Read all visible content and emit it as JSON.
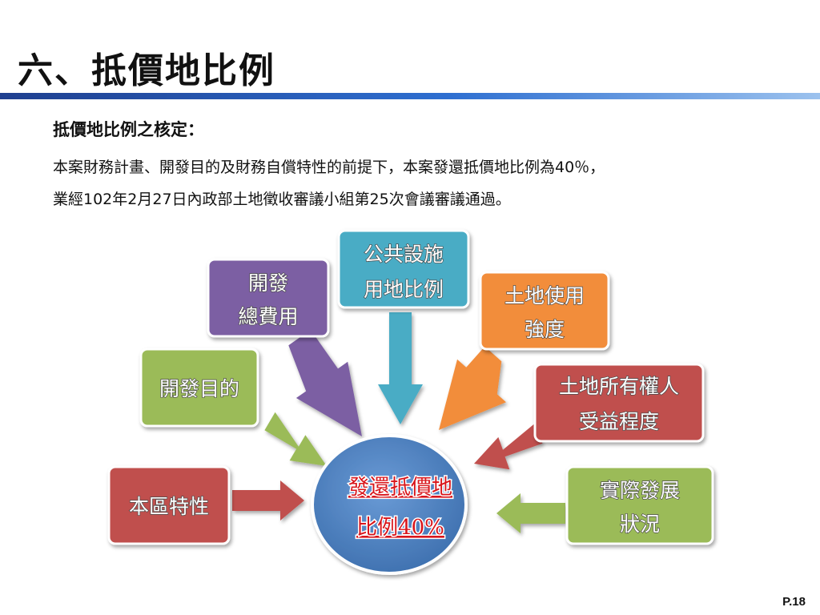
{
  "slide": {
    "title": "六、抵價地比例",
    "subtitle": "抵價地比例之核定：",
    "body_line1": "本案財務計畫、開發目的及財務自償特性的前提下，本案發還抵價地比例為40％，",
    "body_line2": "業經102年2月27日內政部土地徵收審議小組第25次會議審議通過。",
    "page_number": "P.18"
  },
  "diagram": {
    "center": {
      "line1": "發還抵價地",
      "line2": "比例40%",
      "color": "#4a80bf",
      "text_color": "#d8151b"
    },
    "nodes": [
      {
        "id": "kaifa-zongfeiyong",
        "lines": [
          "開發",
          "總費用"
        ],
        "color": "#7b5fa3"
      },
      {
        "id": "gonggong-sheshi",
        "lines": [
          "公共設施",
          "用地比例"
        ],
        "color": "#4aacc5"
      },
      {
        "id": "tudi-shiyong",
        "lines": [
          "土地使用",
          "強度"
        ],
        "color": "#f28d3a"
      },
      {
        "id": "kaifa-mudi",
        "lines": [
          "開發目的"
        ],
        "color": "#9bbb59"
      },
      {
        "id": "tudi-suoyouquanren",
        "lines": [
          "土地所有權人",
          "受益程度"
        ],
        "color": "#c0504d"
      },
      {
        "id": "benqu-texing",
        "lines": [
          "本區特性"
        ],
        "color": "#c0504d"
      },
      {
        "id": "shiji-fazhan",
        "lines": [
          "實際發展",
          "狀況"
        ],
        "color": "#9bbb59"
      }
    ]
  }
}
